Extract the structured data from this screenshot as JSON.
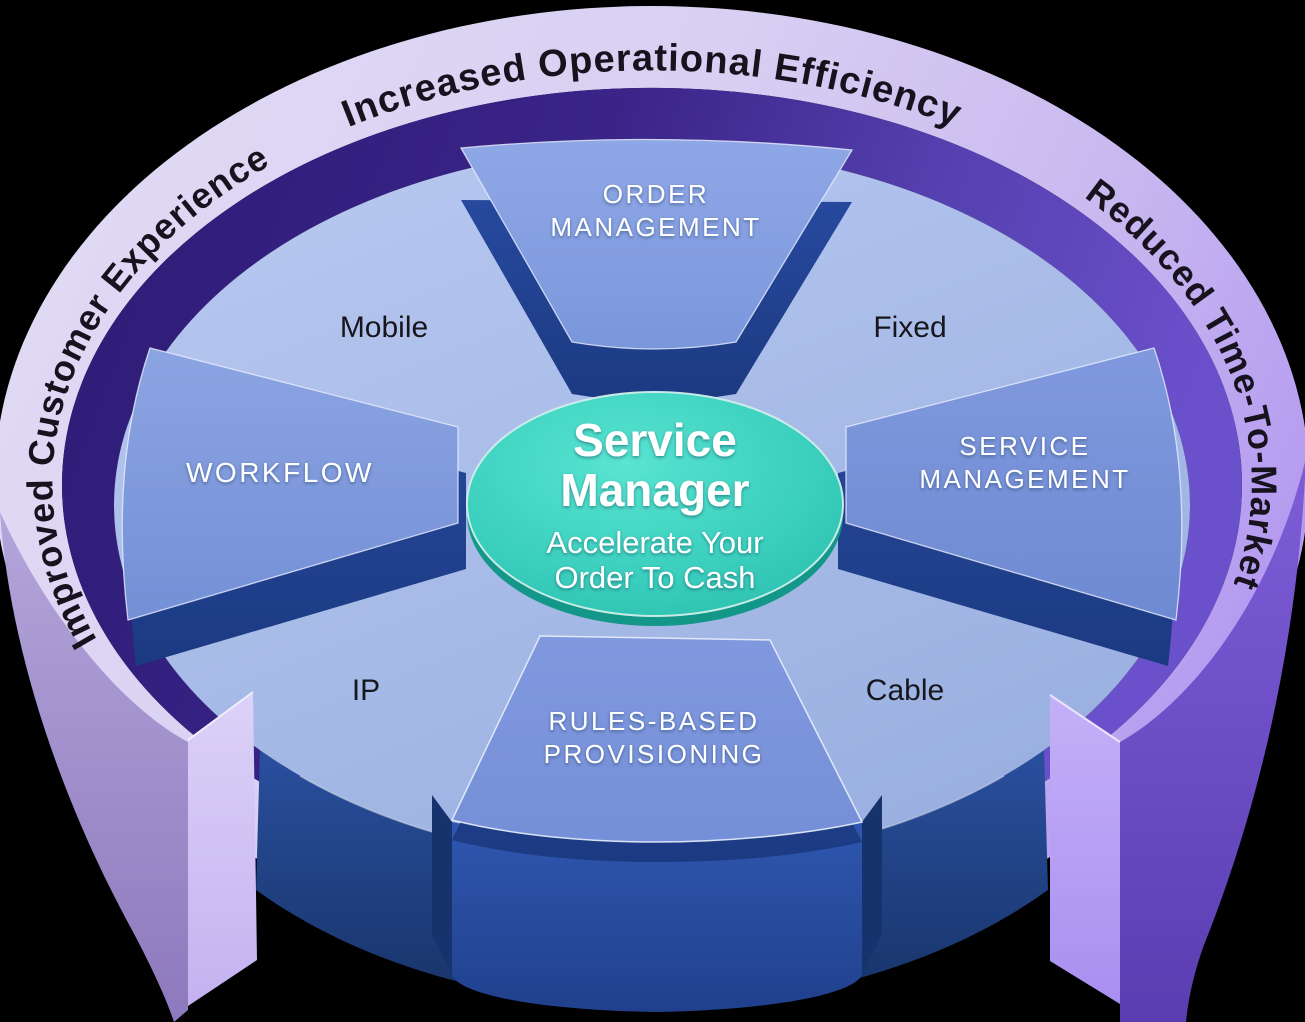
{
  "scene": {
    "background": "#000000"
  },
  "ring": {
    "top_label": "Increased Operational Efficiency",
    "left_label": "Improved Customer Experience",
    "right_label": "Reduced Time-To-Market",
    "band_color": "#d6ccf2",
    "band_color_right": "#b49af0",
    "inner_ring_dark": "#2c1b74",
    "inner_ring_bright": "#6b50cc",
    "left_wall_color": "#9d8bc9",
    "right_wall_color": "#6a4ec6",
    "left_foot_color": "#cfc0f4",
    "right_foot_color": "#b7a2f4"
  },
  "wedges": {
    "order": {
      "line1": "ORDER",
      "line2": "MANAGEMENT",
      "face_color": "#849edf"
    },
    "service": {
      "line1": "SERVICE",
      "line2": "MANAGEMENT",
      "face_color": "#7892d8"
    },
    "rules": {
      "line1": "RULES-BASED",
      "line2": "PROVISIONING",
      "face_color": "#7b95da"
    },
    "workflow": {
      "label": "WORKFLOW",
      "face_color": "#7f9adc"
    },
    "side_color": "#24479a"
  },
  "sectors": {
    "top_left": "Mobile",
    "top_right": "Fixed",
    "bottom_left": "IP",
    "bottom_right": "Cable",
    "disc_color": "#a8bce8"
  },
  "hub": {
    "title_line1": "Service",
    "title_line2": "Manager",
    "subtitle_line1": "Accelerate Your",
    "subtitle_line2": "Order To Cash",
    "color": "#38cfbe"
  }
}
